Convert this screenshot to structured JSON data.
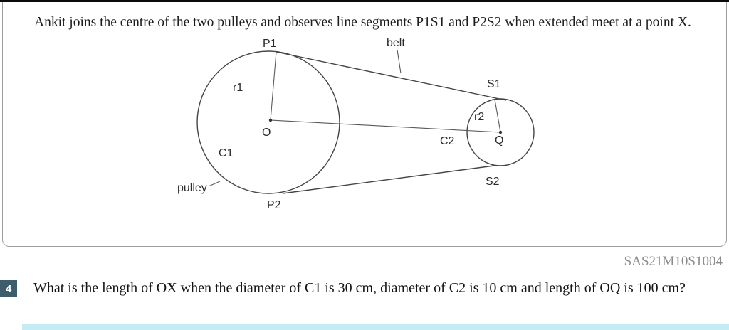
{
  "intro": {
    "text": "Ankit joins the centre of the two pulleys and observes line segments P1S1 and P2S2 when extended meet at a point X."
  },
  "diagram": {
    "labels": {
      "p1": "P1",
      "p2": "P2",
      "s1": "S1",
      "s2": "S2",
      "r1": "r1",
      "r2": "r2",
      "o": "O",
      "q": "Q",
      "c1": "C1",
      "c2": "C2",
      "belt": "belt",
      "pulley": "pulley"
    }
  },
  "footer": {
    "code": "SAS21M10S1004"
  },
  "question": {
    "number": "4",
    "text": "What is the length of OX when the diameter of C1 is 30 cm, diameter of C2 is 10 cm and length of OQ is 100 cm?"
  }
}
